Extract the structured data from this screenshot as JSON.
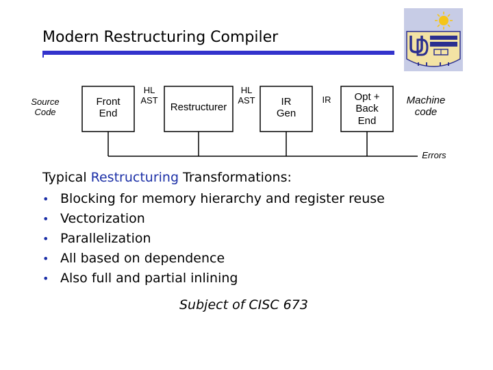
{
  "slide": {
    "title": "Modern Restructuring Compiler",
    "colors": {
      "accent": "#3333cc",
      "highlight": "#1a2ea6",
      "logo_blue": "#2b2f8f",
      "logo_gold": "#f5c518"
    }
  },
  "diagram": {
    "source": [
      "Source",
      "Code"
    ],
    "front_end": [
      "Front",
      "End"
    ],
    "hl_ast_1": [
      "HL",
      "AST"
    ],
    "restructurer": "Restructurer",
    "hl_ast_2": [
      "HL",
      "AST"
    ],
    "ir_gen": [
      "IR",
      "Gen"
    ],
    "ir": "IR",
    "opt_back_end": [
      "Opt +",
      "Back",
      "End"
    ],
    "machine_code": [
      "Machine",
      "code"
    ],
    "errors": "Errors"
  },
  "logo": {
    "icon": "university-of-delaware-logo"
  },
  "content": {
    "heading_pre": "Typical ",
    "heading_highlight": "Restructuring",
    "heading_post": " Transformations:",
    "bullet_glyph": "•",
    "bullets": [
      "Blocking for memory hierarchy and register reuse",
      "Vectorization",
      "Parallelization",
      "All based on dependence",
      "Also full and partial inlining"
    ],
    "footer": "Subject of CISC 673"
  }
}
